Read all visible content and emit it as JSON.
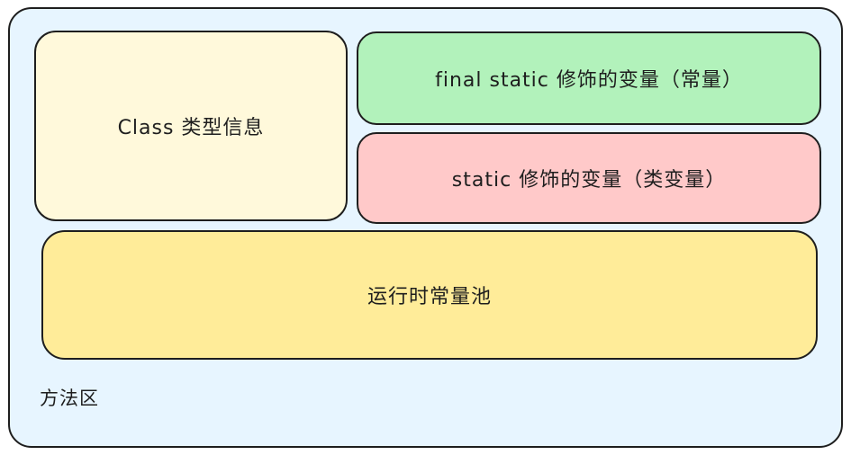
{
  "diagram": {
    "container_label": "方法区",
    "class_info": "Class 类型信息",
    "final_static": "final static 修饰的变量（常量）",
    "static_var": "static 修饰的变量（类变量）",
    "constant_pool": "运行时常量池"
  },
  "colors": {
    "container": "#e7f5ff",
    "class_info": "#fff9db",
    "final_static": "#b2f2bb",
    "static_var": "#ffc9c9",
    "constant_pool": "#ffec99",
    "stroke": "#1e1e1e"
  }
}
